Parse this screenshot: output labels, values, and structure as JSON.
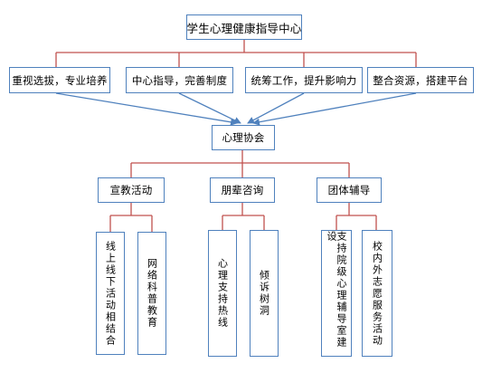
{
  "root": {
    "label": "学生心理健康指导中心"
  },
  "principles": [
    {
      "label": "重视选拔，专业培养"
    },
    {
      "label": "中心指导，完善制度"
    },
    {
      "label": "统筹工作，提升影响力"
    },
    {
      "label": "整合资源，搭建平台"
    }
  ],
  "association": {
    "label": "心理协会"
  },
  "departments": [
    {
      "label": "宣教活动",
      "items": [
        {
          "label": "线上线下活动相结合"
        },
        {
          "label": "网络科普教育"
        }
      ]
    },
    {
      "label": "朋辈咨询",
      "items": [
        {
          "label": "心理支持热线"
        },
        {
          "label": "倾诉树洞"
        }
      ]
    },
    {
      "label": "团体辅导",
      "items": [
        {
          "label": "支持院级心理辅导室建设"
        },
        {
          "label": "校内外志愿服务活动"
        }
      ]
    }
  ],
  "colors": {
    "connector": "#c0504d",
    "arrow": "#4f81bd",
    "border": "#4f81bd"
  }
}
